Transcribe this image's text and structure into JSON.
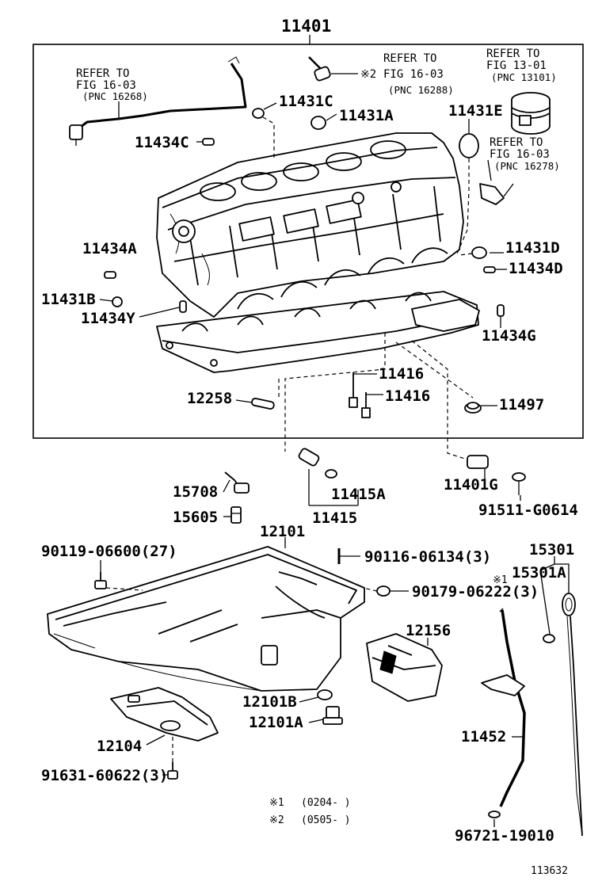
{
  "labels": {
    "p11401": "11401",
    "p11431C": "11431C",
    "p11431A": "11431A",
    "p11431E": "11431E",
    "p11434C": "11434C",
    "p11434A": "11434A",
    "p11431D": "11431D",
    "p11434D": "11434D",
    "p11431B": "11431B",
    "p11434Y": "11434Y",
    "p11434G": "11434G",
    "p11416a": "11416",
    "p11416b": "11416",
    "p12258": "12258",
    "p11497": "11497",
    "p15708": "15708",
    "p15605": "15605",
    "p11415A": "11415A",
    "p11415": "11415",
    "p11401G": "11401G",
    "p91511": "91511-G0614",
    "p12101": "12101",
    "p15301": "15301",
    "p15301A": "15301A",
    "p90119": "90119-06600(27)",
    "p90116": "90116-06134(3)",
    "p90179": "90179-06222(3)",
    "p12156": "12156",
    "p12101B": "12101B",
    "p12101A": "12101A",
    "p12104": "12104",
    "p11452": "11452",
    "p91631": "91631-60622(3)",
    "p96721": "96721-19010"
  },
  "refs": {
    "r1": {
      "l1": "REFER TO",
      "l2": "FIG 16-03",
      "l3": "(PNC 16268)"
    },
    "r2": {
      "mark": "※2",
      "l1": "REFER TO",
      "l2": "FIG 16-03",
      "l3": "(PNC 16288)"
    },
    "r3": {
      "l1": "REFER TO",
      "l2": "FIG 13-01",
      "l3": "(PNC 13101)"
    },
    "r4": {
      "l1": "REFER TO",
      "l2": "FIG 16-03",
      "l3": "(PNC 16278)"
    }
  },
  "marks": {
    "m15301A": "※1"
  },
  "notes": [
    {
      "mark": "※1",
      "text": "(0204-     )"
    },
    {
      "mark": "※2",
      "text": "(0505-     )"
    }
  ],
  "figure_id": "113632"
}
